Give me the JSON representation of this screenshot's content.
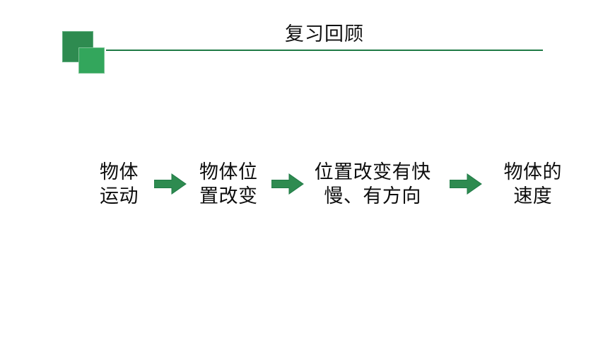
{
  "slide": {
    "background_color": "#FFFFFF",
    "title": "复习回顾",
    "accent_color_dark": "#2E8B50",
    "accent_color_light": "#33A65C",
    "rule_color": "#1F7A46",
    "text_color": "#0D0D0D"
  },
  "decoration": {
    "square_back_name": "dark-green-square",
    "square_front_name": "light-green-square"
  },
  "flow": {
    "arrow_color": "#2E8B50",
    "nodes": [
      {
        "id": "node-1",
        "lines": [
          "物体",
          "运动"
        ]
      },
      {
        "id": "node-2",
        "lines": [
          "物体位",
          "置改变"
        ]
      },
      {
        "id": "node-3",
        "lines": [
          "位置改变有快",
          "慢、有方向"
        ]
      },
      {
        "id": "node-4",
        "lines": [
          "物体的",
          "速度"
        ]
      }
    ],
    "arrows": [
      {
        "id": "arrow-1",
        "icon": "right-block-arrow-icon"
      },
      {
        "id": "arrow-2",
        "icon": "right-block-arrow-icon"
      },
      {
        "id": "arrow-3",
        "icon": "right-block-arrow-icon"
      }
    ]
  }
}
